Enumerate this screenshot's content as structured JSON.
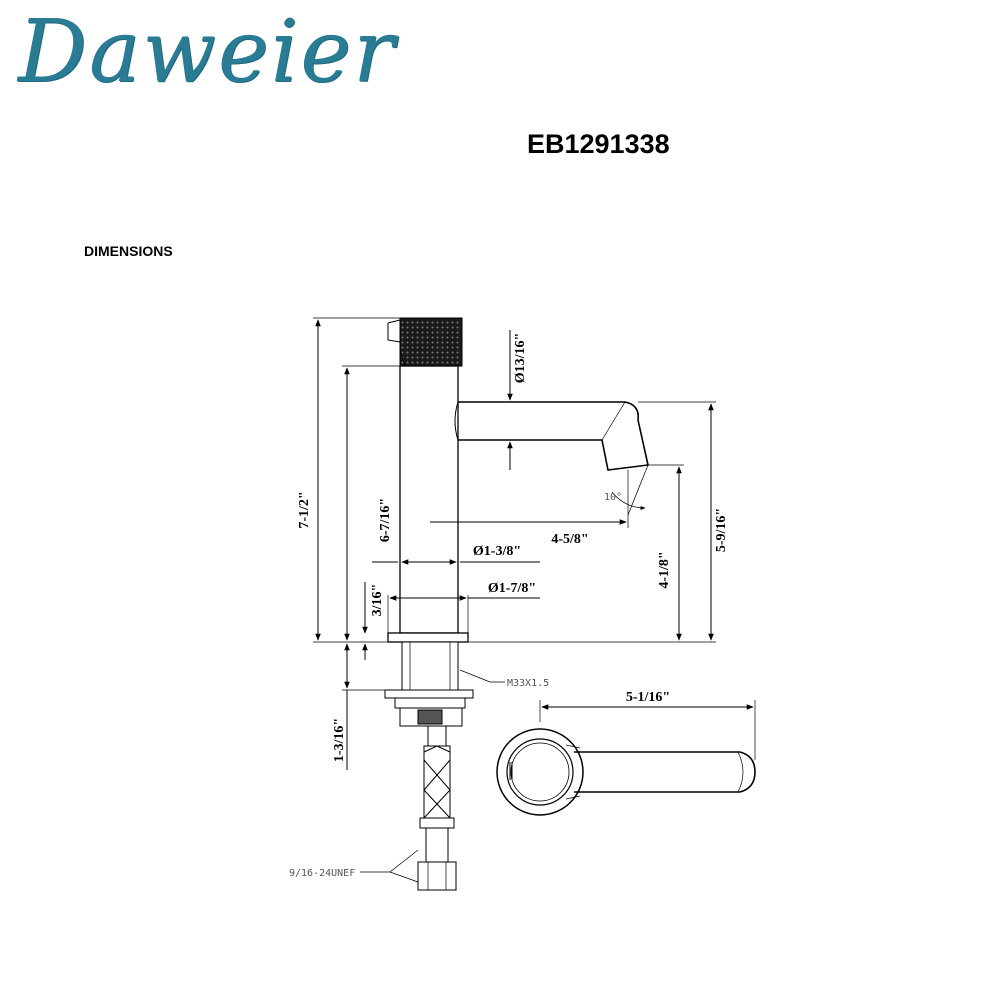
{
  "brand": "Daweier",
  "model_number": "EB1291338",
  "section_title": "DIMENSIONS",
  "colors": {
    "brand": "#2a7c95",
    "handle": "#1a1a1a"
  },
  "dimensions": {
    "overall_height": "7-1/2\"",
    "spout_body_height": "6-7/16\"",
    "handle_diameter": "Ø13/16\"",
    "spout_reach": "4-5/8\"",
    "body_diameter": "Ø1-3/8\"",
    "base_diameter": "Ø1-7/8\"",
    "base_thickness": "3/16\"",
    "spout_outlet_height": "4-1/8\"",
    "spout_top_height": "5-9/16\"",
    "shank_length": "1-3/16\"",
    "top_view_length": "5-1/16\"",
    "spout_angle": "10°",
    "shank_thread": "M33X1.5",
    "supply_thread": "9/16-24UNEF"
  }
}
